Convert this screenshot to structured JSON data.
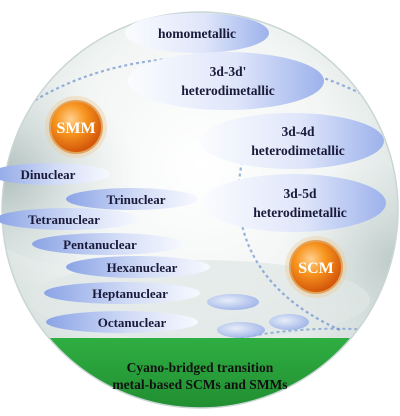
{
  "categories": {
    "homometallic": "homometallic",
    "hetero_3d3d_line1": "3d-3d'",
    "hetero_3d3d_line2": "heterodimetallic",
    "hetero_3d4d_line1": "3d-4d",
    "hetero_3d4d_line2": "heterodimetallic",
    "hetero_3d5d_line1": "3d-5d",
    "hetero_3d5d_line2": "heterodimetallic"
  },
  "nuclearity": {
    "dinuclear": "Dinuclear",
    "trinuclear": "Trinuclear",
    "tetranuclear": "Tetranuclear",
    "pentanuclear": "Pentanuclear",
    "hexanuclear": "Hexanuclear",
    "heptanuclear": "Heptanuclear",
    "octanuclear": "Octanuclear"
  },
  "badges": {
    "smm": "SMM",
    "scm": "SCM"
  },
  "base": {
    "line1": "Cyano-bridged transition",
    "line2": "metal-based SCMs and SMMs"
  },
  "colors": {
    "pill_light": "#f4f6fd",
    "pill_blue": "#8ea6e6",
    "orb_orange": "#f07a10",
    "base_green": "#2a9a3a",
    "ring_blue": "#4a77c6"
  }
}
